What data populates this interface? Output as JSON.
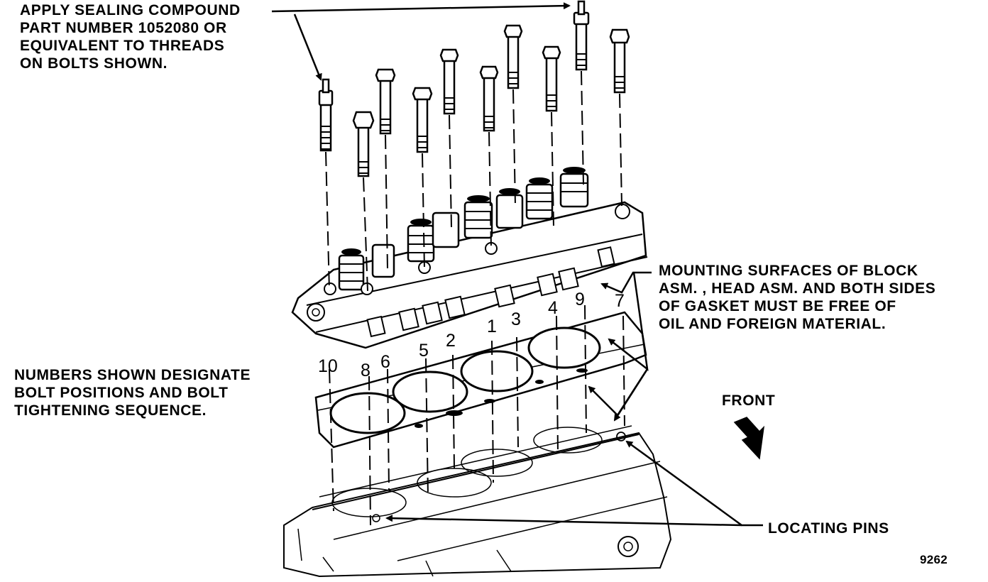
{
  "notes": {
    "sealing": [
      "APPLY SEALING COMPOUND",
      "PART NUMBER 1052080 OR",
      "EQUIVALENT TO THREADS",
      "ON BOLTS SHOWN."
    ],
    "mounting": [
      "MOUNTING SURFACES OF BLOCK",
      "ASM. , HEAD ASM. AND BOTH SIDES",
      "OF GASKET MUST BE FREE OF",
      "OIL AND FOREIGN MATERIAL."
    ],
    "numbers": [
      "NUMBERS SHOWN DESIGNATE",
      "BOLT POSITIONS AND BOLT",
      "TIGHTENING SEQUENCE."
    ]
  },
  "labels": {
    "front": "FRONT",
    "locating_pins": "LOCATING PINS",
    "figure_number": "9262"
  },
  "bolt_sequence": [
    "10",
    "8",
    "6",
    "5",
    "2",
    "1",
    "3",
    "4",
    "9",
    "7"
  ],
  "colors": {
    "ink": "#000000",
    "paper": "#ffffff"
  }
}
